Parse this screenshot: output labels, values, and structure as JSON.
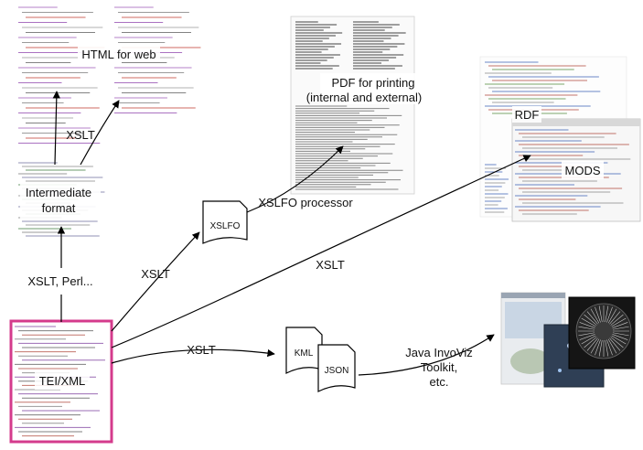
{
  "nodes": {
    "html_for_web": "HTML for web",
    "pdf_for_printing_line1": "PDF for printing",
    "pdf_for_printing_line2": "(internal and external)",
    "rdf": "RDF",
    "mods": "MODS",
    "intermediate_line1": "Intermediate",
    "intermediate_line2": "format",
    "tei_xml": "TEI/XML",
    "xslfo_doc": "XSLFO",
    "kml_doc": "KML",
    "json_doc": "JSON",
    "java_line1": "Java InvoViz",
    "java_line2": "Toolkit,",
    "java_line3": "etc."
  },
  "edges": {
    "xslt_to_html": "XSLT",
    "xslt_perl": "XSLT, Perl...",
    "xslt_to_xslfo": "XSLT",
    "xslfo_processor": "XSLFO processor",
    "xslt_to_rdf": "XSLT",
    "xslt_to_kml": "XSLT"
  },
  "colors": {
    "tei_border": "#d43b8c",
    "arrow": "#000000"
  }
}
